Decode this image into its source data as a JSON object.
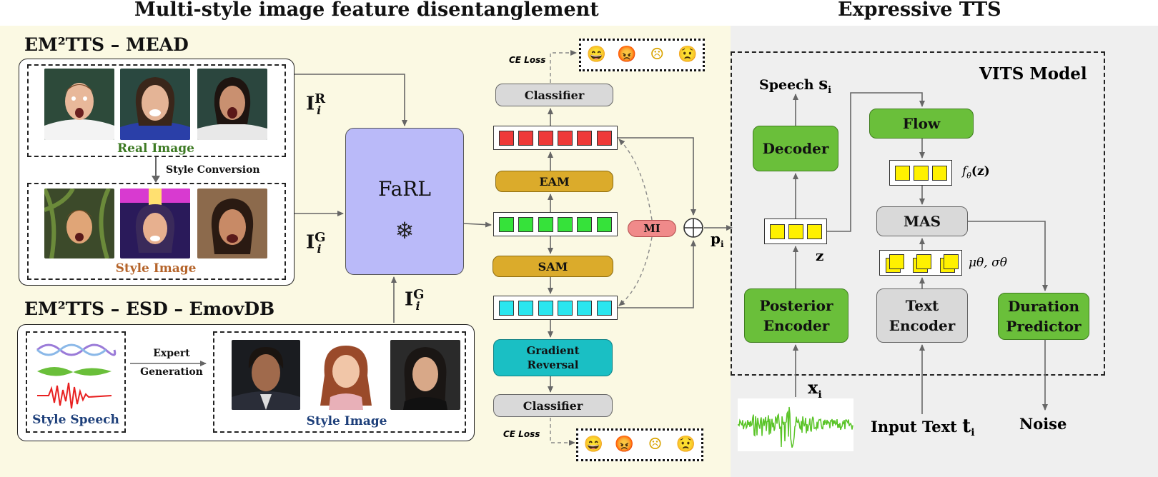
{
  "headers": {
    "left": "Multi-style image feature disentanglement",
    "right": "Expressive TTS"
  },
  "left": {
    "mead_title": "EM²TTS – MEAD",
    "esd_title": "EM²TTS – ESD – EmovDB",
    "real_image_caption": "Real Image",
    "style_conversion": "Style Conversion",
    "style_image_caption": "Style Image",
    "style_speech_caption": "Style Speech",
    "expert_generation_line1": "Expert",
    "expert_generation_line2": "Generation",
    "style_image_caption2": "Style Image",
    "label_ir": "R",
    "label_ig": "G",
    "label_ig2": "G",
    "sym_i": "I",
    "sub_i": "i",
    "farl": "FaRL",
    "snowflake": "❄"
  },
  "middle": {
    "ce_loss_top": "CE Loss",
    "ce_loss_bottom": "CE Loss",
    "classifier_top": "Classifier",
    "eam": "EAM",
    "sam": "SAM",
    "gradient_reversal": "Gradient Reversal",
    "classifier_bottom": "Classifier",
    "mi": "MI",
    "oplus": "+",
    "p_i": "p",
    "p_sub": "i",
    "emotions_top": [
      "😄",
      "😡",
      "☹",
      "😟"
    ],
    "emotions_bottom": [
      "😄",
      "😡",
      "☹",
      "😟"
    ]
  },
  "right": {
    "vits_title": "VITS Model",
    "speech_label": "Speech ",
    "speech_symbol": "s",
    "speech_sub": "i",
    "decoder": "Decoder",
    "flow": "Flow",
    "f_theta": "f",
    "f_theta_sub": "θ",
    "f_theta_arg": "(z)",
    "mas": "MAS",
    "z": "z",
    "mu_sigma": "μθ, σθ",
    "posterior_encoder": "Posterior Encoder",
    "text_encoder": "Text Encoder",
    "duration_predictor": "Duration Predictor",
    "x_i": "x",
    "x_sub": "i",
    "input_text": "Input Text ",
    "t_symbol": "t",
    "t_sub": "i",
    "noise": "Noise"
  },
  "colors": {
    "left_bg": "#fbf9e3",
    "right_bg": "#efefef",
    "farl": "#babaf9",
    "green": "#6abf3a",
    "gold": "#dbab2b",
    "teal": "#1abfc4",
    "mi": "#f08a8a",
    "real_caption": "#3d7a23",
    "style_caption": "#b5642a",
    "speech_caption": "#1d3f7a"
  }
}
